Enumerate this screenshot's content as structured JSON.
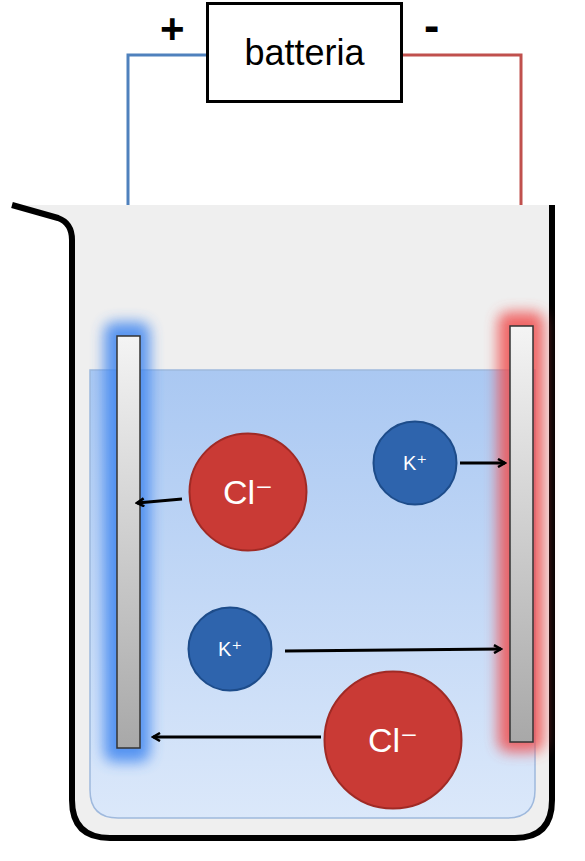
{
  "diagram": {
    "nodes": [
      {
        "text": [
          "batteria"
        ]
      },
      {
        "text": [
          "Cl⁻"
        ]
      },
      {
        "text": [
          "K⁺"
        ]
      },
      {
        "text": [
          "K⁺"
        ]
      },
      {
        "text": [
          "Cl⁻"
        ]
      }
    ],
    "labels": [
      "+",
      "-"
    ]
  }
}
